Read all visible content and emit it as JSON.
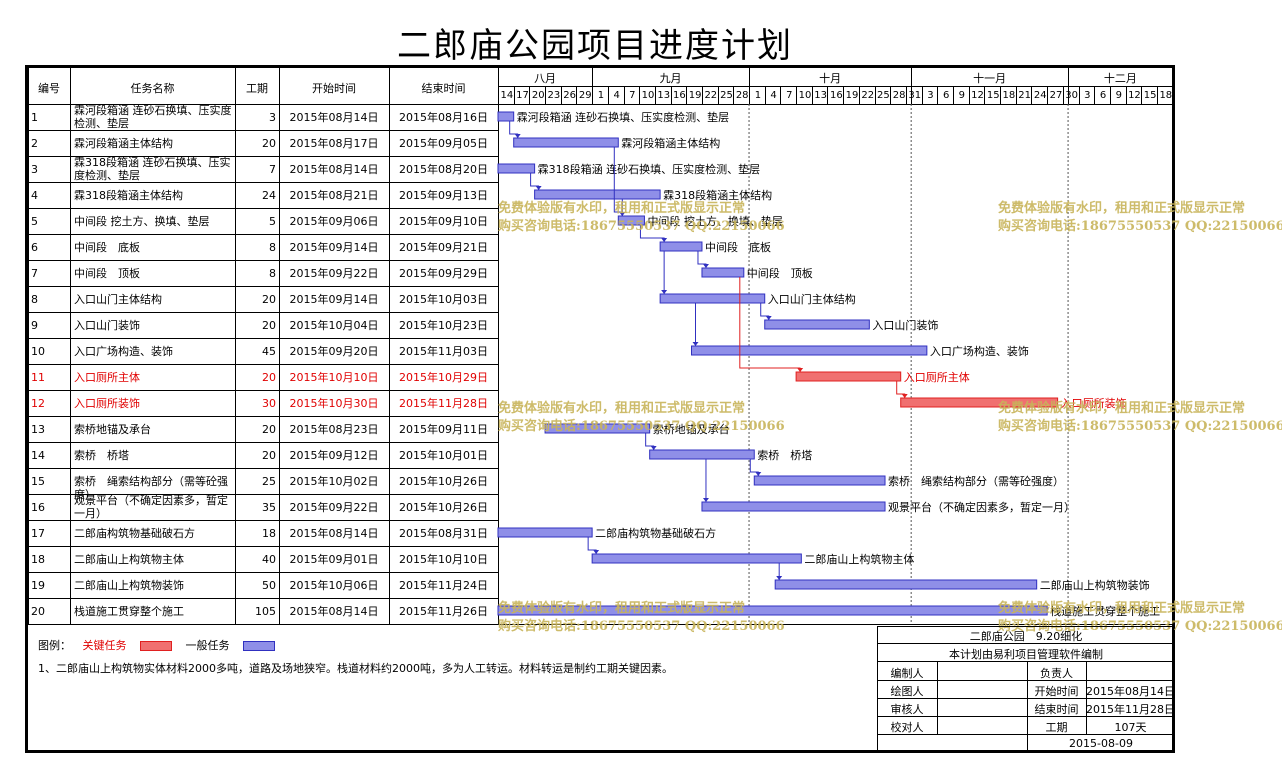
{
  "title": "二郎庙公园项目进度计划",
  "columns": {
    "id": "编号",
    "name": "任务名称",
    "dur": "工期",
    "start": "开始时间",
    "end": "结束时间"
  },
  "months": [
    "八月",
    "九月",
    "十月",
    "十一月",
    "十二月"
  ],
  "days": [
    "14",
    "17",
    "20",
    "23",
    "26",
    "29",
    "1",
    "4",
    "7",
    "10",
    "13",
    "16",
    "19",
    "22",
    "25",
    "28",
    "1",
    "4",
    "7",
    "10",
    "13",
    "16",
    "19",
    "22",
    "25",
    "28",
    "31",
    "3",
    "6",
    "9",
    "12",
    "15",
    "18",
    "21",
    "24",
    "27",
    "30",
    "3",
    "6",
    "9",
    "12",
    "15",
    "18"
  ],
  "tasks": [
    {
      "id": "1",
      "name": "霖河段箱涵 连砂石换填、压实度检测、垫层",
      "dur": "3",
      "start": "2015年08月14日",
      "end": "2015年08月16日",
      "label": "霖河段箱涵 连砂石换填、压实度检测、垫层",
      "critical": false,
      "s": 0,
      "d": 3
    },
    {
      "id": "2",
      "name": "霖河段箱涵主体结构",
      "dur": "20",
      "start": "2015年08月17日",
      "end": "2015年09月05日",
      "label": "霖河段箱涵主体结构",
      "critical": false,
      "s": 3,
      "d": 20
    },
    {
      "id": "3",
      "name": "霖318段箱涵 连砂石换填、压实度检测、垫层",
      "dur": "7",
      "start": "2015年08月14日",
      "end": "2015年08月20日",
      "label": "霖318段箱涵 连砂石换填、压实度检测、垫层",
      "critical": false,
      "s": 0,
      "d": 7
    },
    {
      "id": "4",
      "name": "霖318段箱涵主体结构",
      "dur": "24",
      "start": "2015年08月21日",
      "end": "2015年09月13日",
      "label": "霖318段箱涵主体结构",
      "critical": false,
      "s": 7,
      "d": 24
    },
    {
      "id": "5",
      "name": "中间段 挖土方、换填、垫层",
      "dur": "5",
      "start": "2015年09月06日",
      "end": "2015年09月10日",
      "label": "中间段 挖土方、换填、垫层",
      "critical": false,
      "s": 23,
      "d": 5
    },
    {
      "id": "6",
      "name": "中间段　底板",
      "dur": "8",
      "start": "2015年09月14日",
      "end": "2015年09月21日",
      "label": "中间段　底板",
      "critical": false,
      "s": 31,
      "d": 8
    },
    {
      "id": "7",
      "name": "中间段　顶板",
      "dur": "8",
      "start": "2015年09月22日",
      "end": "2015年09月29日",
      "label": "中间段　顶板",
      "critical": false,
      "s": 39,
      "d": 8
    },
    {
      "id": "8",
      "name": "入口山门主体结构",
      "dur": "20",
      "start": "2015年09月14日",
      "end": "2015年10月03日",
      "label": "入口山门主体结构",
      "critical": false,
      "s": 31,
      "d": 20
    },
    {
      "id": "9",
      "name": "入口山门装饰",
      "dur": "20",
      "start": "2015年10月04日",
      "end": "2015年10月23日",
      "label": "入口山门装饰",
      "critical": false,
      "s": 51,
      "d": 20
    },
    {
      "id": "10",
      "name": "入口广场构造、装饰",
      "dur": "45",
      "start": "2015年09月20日",
      "end": "2015年11月03日",
      "label": "入口广场构造、装饰",
      "critical": false,
      "s": 37,
      "d": 45
    },
    {
      "id": "11",
      "name": "入口厕所主体",
      "dur": "20",
      "start": "2015年10月10日",
      "end": "2015年10月29日",
      "label": "入口厕所主体",
      "critical": true,
      "s": 57,
      "d": 20
    },
    {
      "id": "12",
      "name": "入口厕所装饰",
      "dur": "30",
      "start": "2015年10月30日",
      "end": "2015年11月28日",
      "label": "入口厕所装饰",
      "critical": true,
      "s": 77,
      "d": 30
    },
    {
      "id": "13",
      "name": "索桥地锚及承台",
      "dur": "20",
      "start": "2015年08月23日",
      "end": "2015年09月11日",
      "label": "索桥地锚及承台",
      "critical": false,
      "s": 9,
      "d": 20
    },
    {
      "id": "14",
      "name": "索桥　桥塔",
      "dur": "20",
      "start": "2015年09月12日",
      "end": "2015年10月01日",
      "label": "索桥　桥塔",
      "critical": false,
      "s": 29,
      "d": 20
    },
    {
      "id": "15",
      "name": "索桥　绳索结构部分（需等砼强度）",
      "dur": "25",
      "start": "2015年10月02日",
      "end": "2015年10月26日",
      "label": "索桥　绳索结构部分（需等砼强度）",
      "critical": false,
      "s": 49,
      "d": 25
    },
    {
      "id": "16",
      "name": "观景平台（不确定因素多，暂定一月）",
      "dur": "35",
      "start": "2015年09月22日",
      "end": "2015年10月26日",
      "label": "观景平台（不确定因素多，暂定一月）",
      "critical": false,
      "s": 39,
      "d": 35
    },
    {
      "id": "17",
      "name": "二郎庙构筑物基础破石方",
      "dur": "18",
      "start": "2015年08月14日",
      "end": "2015年08月31日",
      "label": "二郎庙构筑物基础破石方",
      "critical": false,
      "s": 0,
      "d": 18
    },
    {
      "id": "18",
      "name": "二郎庙山上构筑物主体",
      "dur": "40",
      "start": "2015年09月01日",
      "end": "2015年10月10日",
      "label": "二郎庙山上构筑物主体",
      "critical": false,
      "s": 18,
      "d": 40
    },
    {
      "id": "19",
      "name": "二郎庙山上构筑物装饰",
      "dur": "50",
      "start": "2015年10月06日",
      "end": "2015年11月24日",
      "label": "二郎庙山上构筑物装饰",
      "critical": false,
      "s": 53,
      "d": 50
    },
    {
      "id": "20",
      "name": "栈道施工贯穿整个施工",
      "dur": "105",
      "start": "2015年08月14日",
      "end": "2015年11月26日",
      "label": "栈道施工贯穿整个施工",
      "critical": false,
      "s": 0,
      "d": 105
    }
  ],
  "legend": {
    "prefix": "图例：",
    "critical": "关键任务",
    "normal": "一般任务"
  },
  "note": "1、二郎庙山上构筑物实体材料2000多吨，道路及场地狭窄。栈道材料约2000吨，多为人工转运。材料转运是制约工期关键因素。",
  "titleblock": {
    "project": "二郎庙公园　9.20细化",
    "software": "本计划由易利项目管理软件编制",
    "editor": "编制人",
    "owner": "负责人",
    "drawer": "绘图人",
    "start_label": "开始时间",
    "start": "2015年08月14日",
    "reviewer": "审核人",
    "end_label": "结束时间",
    "end": "2015年11月28日",
    "checker": "校对人",
    "dur_label": "工期",
    "dur": "107天",
    "date": "2015-08-09"
  },
  "watermark": {
    "line1": "免费体验版有水印，租用和正式版显示正常",
    "line2": "购买咨询电话:18675550537 QQ:22150066"
  },
  "colors": {
    "normal": "#3030c0",
    "normal_fill": "#8f8fe8",
    "critical": "#e02020",
    "critical_fill": "#f07070"
  }
}
